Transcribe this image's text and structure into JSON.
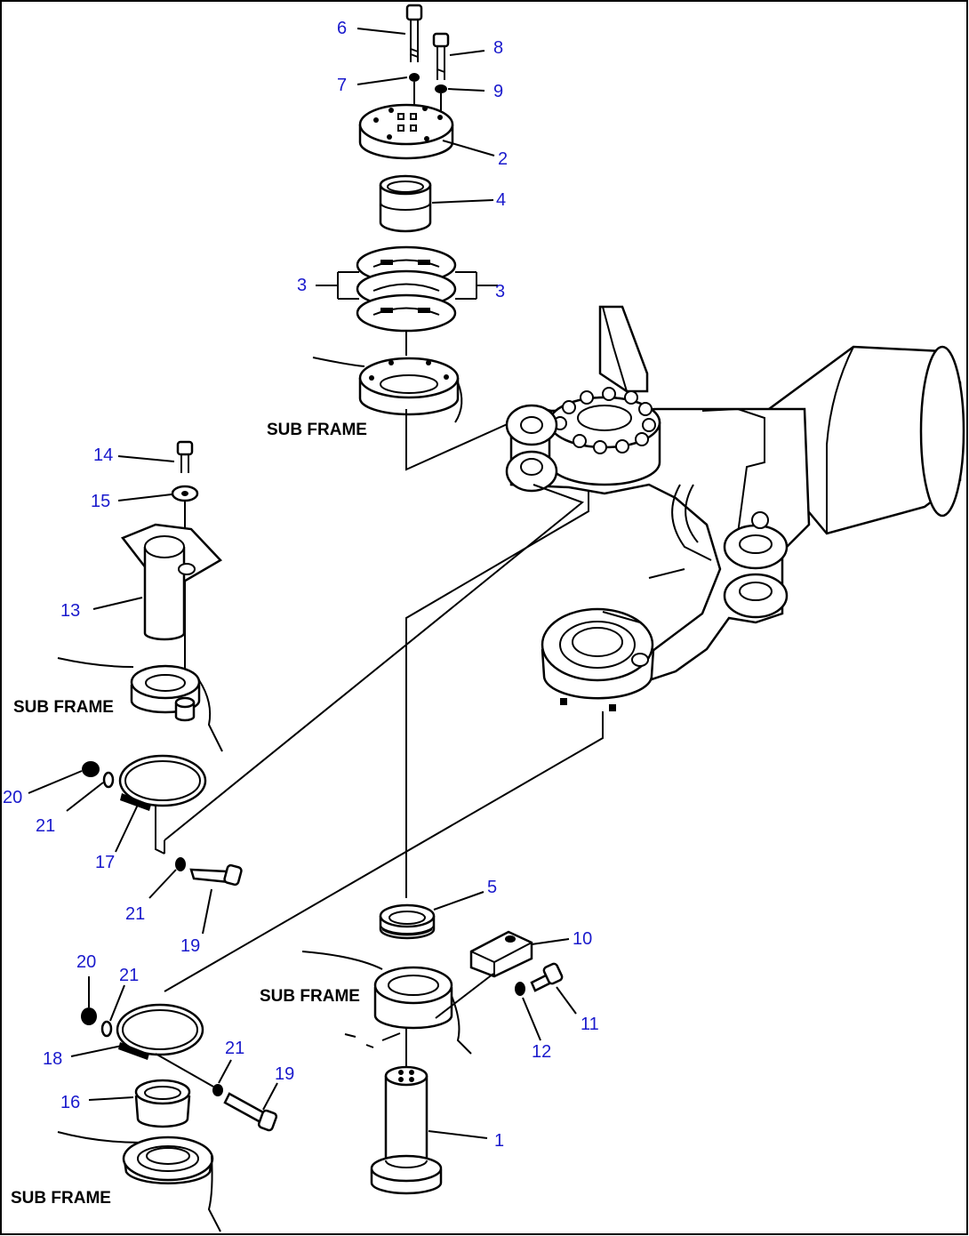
{
  "diagram": {
    "sub_frame_label": "SUB FRAME",
    "callouts": {
      "c1": "1",
      "c2": "2",
      "c3a": "3",
      "c3b": "3",
      "c4": "4",
      "c5": "5",
      "c6": "6",
      "c7": "7",
      "c8": "8",
      "c9": "9",
      "c10": "10",
      "c11": "11",
      "c12": "12",
      "c13": "13",
      "c14": "14",
      "c15": "15",
      "c16": "16",
      "c17": "17",
      "c18": "18",
      "c19a": "19",
      "c19b": "19",
      "c20a": "20",
      "c20b": "20",
      "c21a": "21",
      "c21b": "21",
      "c21c": "21",
      "c21d": "21"
    },
    "colors": {
      "callout": "#1a1acc",
      "line": "#000000",
      "background": "#ffffff"
    }
  }
}
